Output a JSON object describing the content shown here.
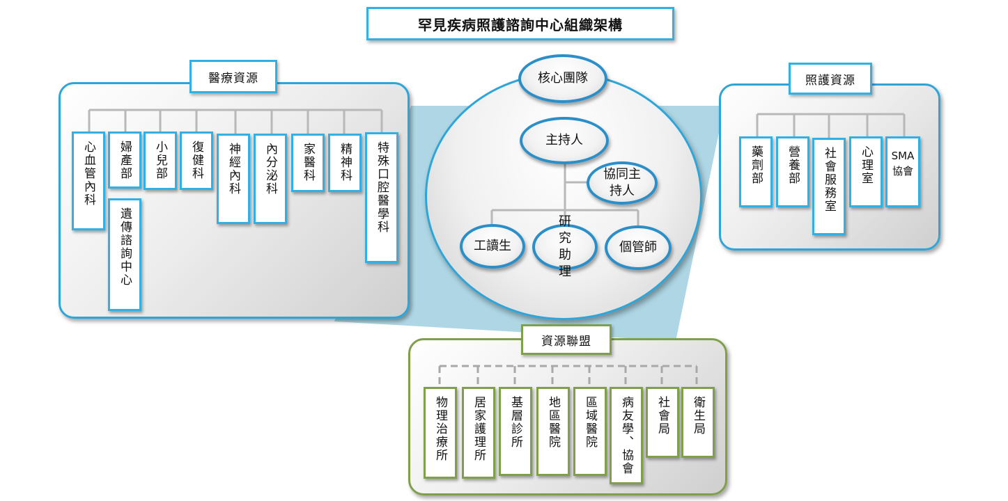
{
  "title": "罕見疾病照護諮詢中心組織架構",
  "medical": {
    "header": "醫療資源",
    "departments": [
      "心血管內科",
      "婦產部",
      "小兒部",
      "復健科",
      "神經內科",
      "內分泌科",
      "家醫科",
      "精神科",
      "特殊口腔醫學科"
    ],
    "sub_unit": "遺傳諮詢中心"
  },
  "core": {
    "header": "核心團隊",
    "host": "主持人",
    "co_host": "協同主持人",
    "members": [
      "工讀生",
      "研究助理",
      "個管師"
    ]
  },
  "care": {
    "header": "照護資源",
    "units": [
      "藥劑部",
      "營養部",
      "社會服務室",
      "心理室",
      "SMA協會"
    ]
  },
  "alliance": {
    "header": "資源聯盟",
    "members": [
      "物理治療所",
      "居家護理所",
      "基層診所",
      "地區醫院",
      "區域醫院",
      "病友學、協會",
      "社會局",
      "衛生局"
    ]
  },
  "colors": {
    "blue": "#2ea5d9",
    "green": "#7f9f4b",
    "connector": "#aed6e4"
  }
}
